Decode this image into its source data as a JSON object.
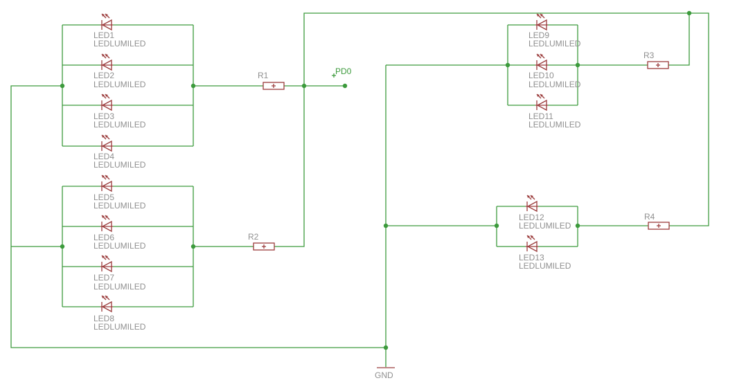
{
  "leds": [
    {
      "name": "LED1",
      "value": "LEDLUMILED"
    },
    {
      "name": "LED2",
      "value": "LEDLUMILED"
    },
    {
      "name": "LED3",
      "value": "LEDLUMILED"
    },
    {
      "name": "LED4",
      "value": "LEDLUMILED"
    },
    {
      "name": "LED5",
      "value": "LEDLUMILED"
    },
    {
      "name": "LED6",
      "value": "LEDLUMILED"
    },
    {
      "name": "LED7",
      "value": "LEDLUMILED"
    },
    {
      "name": "LED8",
      "value": "LEDLUMILED"
    },
    {
      "name": "LED9",
      "value": "LEDLUMILED"
    },
    {
      "name": "LED10",
      "value": "LEDLUMILED"
    },
    {
      "name": "LED11",
      "value": "LEDLUMILED"
    },
    {
      "name": "LED12",
      "value": "LEDLUMILED"
    },
    {
      "name": "LED13",
      "value": "LEDLUMILED"
    }
  ],
  "resistors": [
    {
      "name": "R1"
    },
    {
      "name": "R2"
    },
    {
      "name": "R3"
    },
    {
      "name": "R4"
    }
  ],
  "nets": {
    "pd0": "PD0",
    "gnd": "GND"
  },
  "colors": {
    "wire": "#3c9a3c",
    "part": "#9a3a3a",
    "label": "#8f8f8f",
    "background": "#ffffff"
  }
}
